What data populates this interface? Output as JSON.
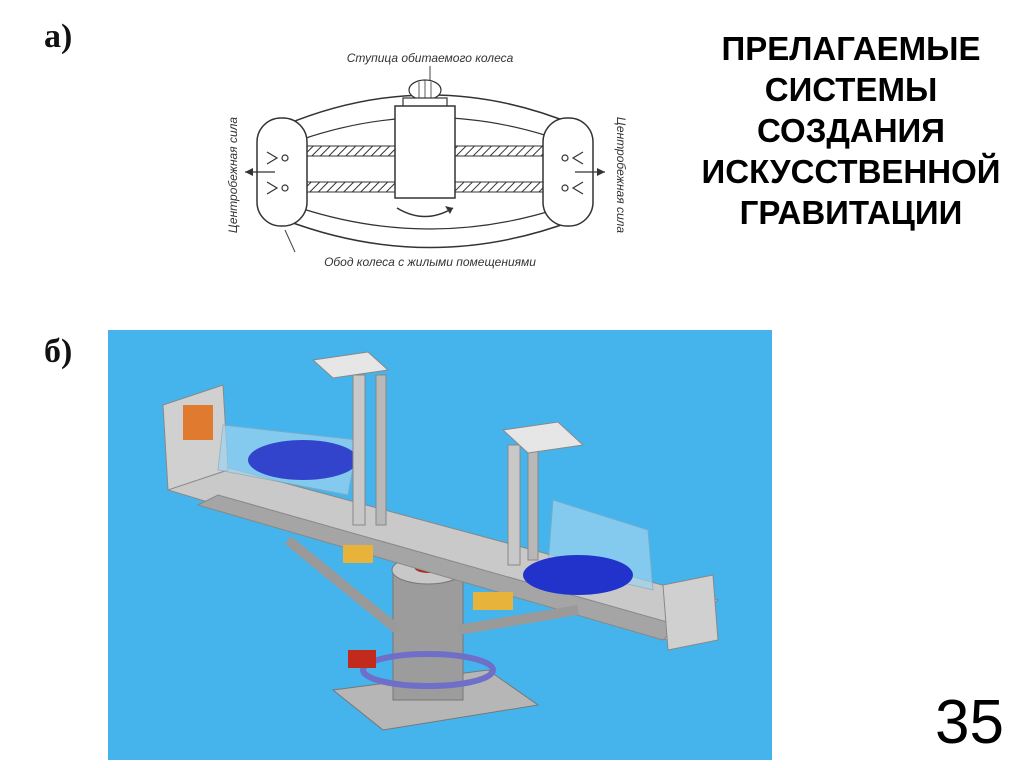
{
  "labels": {
    "a": "а)",
    "b": "б)"
  },
  "title_lines": [
    "ПРЕЛАГАЕМЫЕ",
    "СИСТЕМЫ",
    "СОЗДАНИЯ",
    "ИСКУССТВЕННОЙ",
    "ГРАВИТАЦИИ"
  ],
  "diagram": {
    "hub_label": "Ступица обитаемого колеса",
    "rim_label": "Обод колеса с жилыми помещениями",
    "force_left": "Центробежная сила",
    "force_right": "Центробежная сила"
  },
  "page_number": "35",
  "colors": {
    "render_background": "#45b4ec"
  }
}
